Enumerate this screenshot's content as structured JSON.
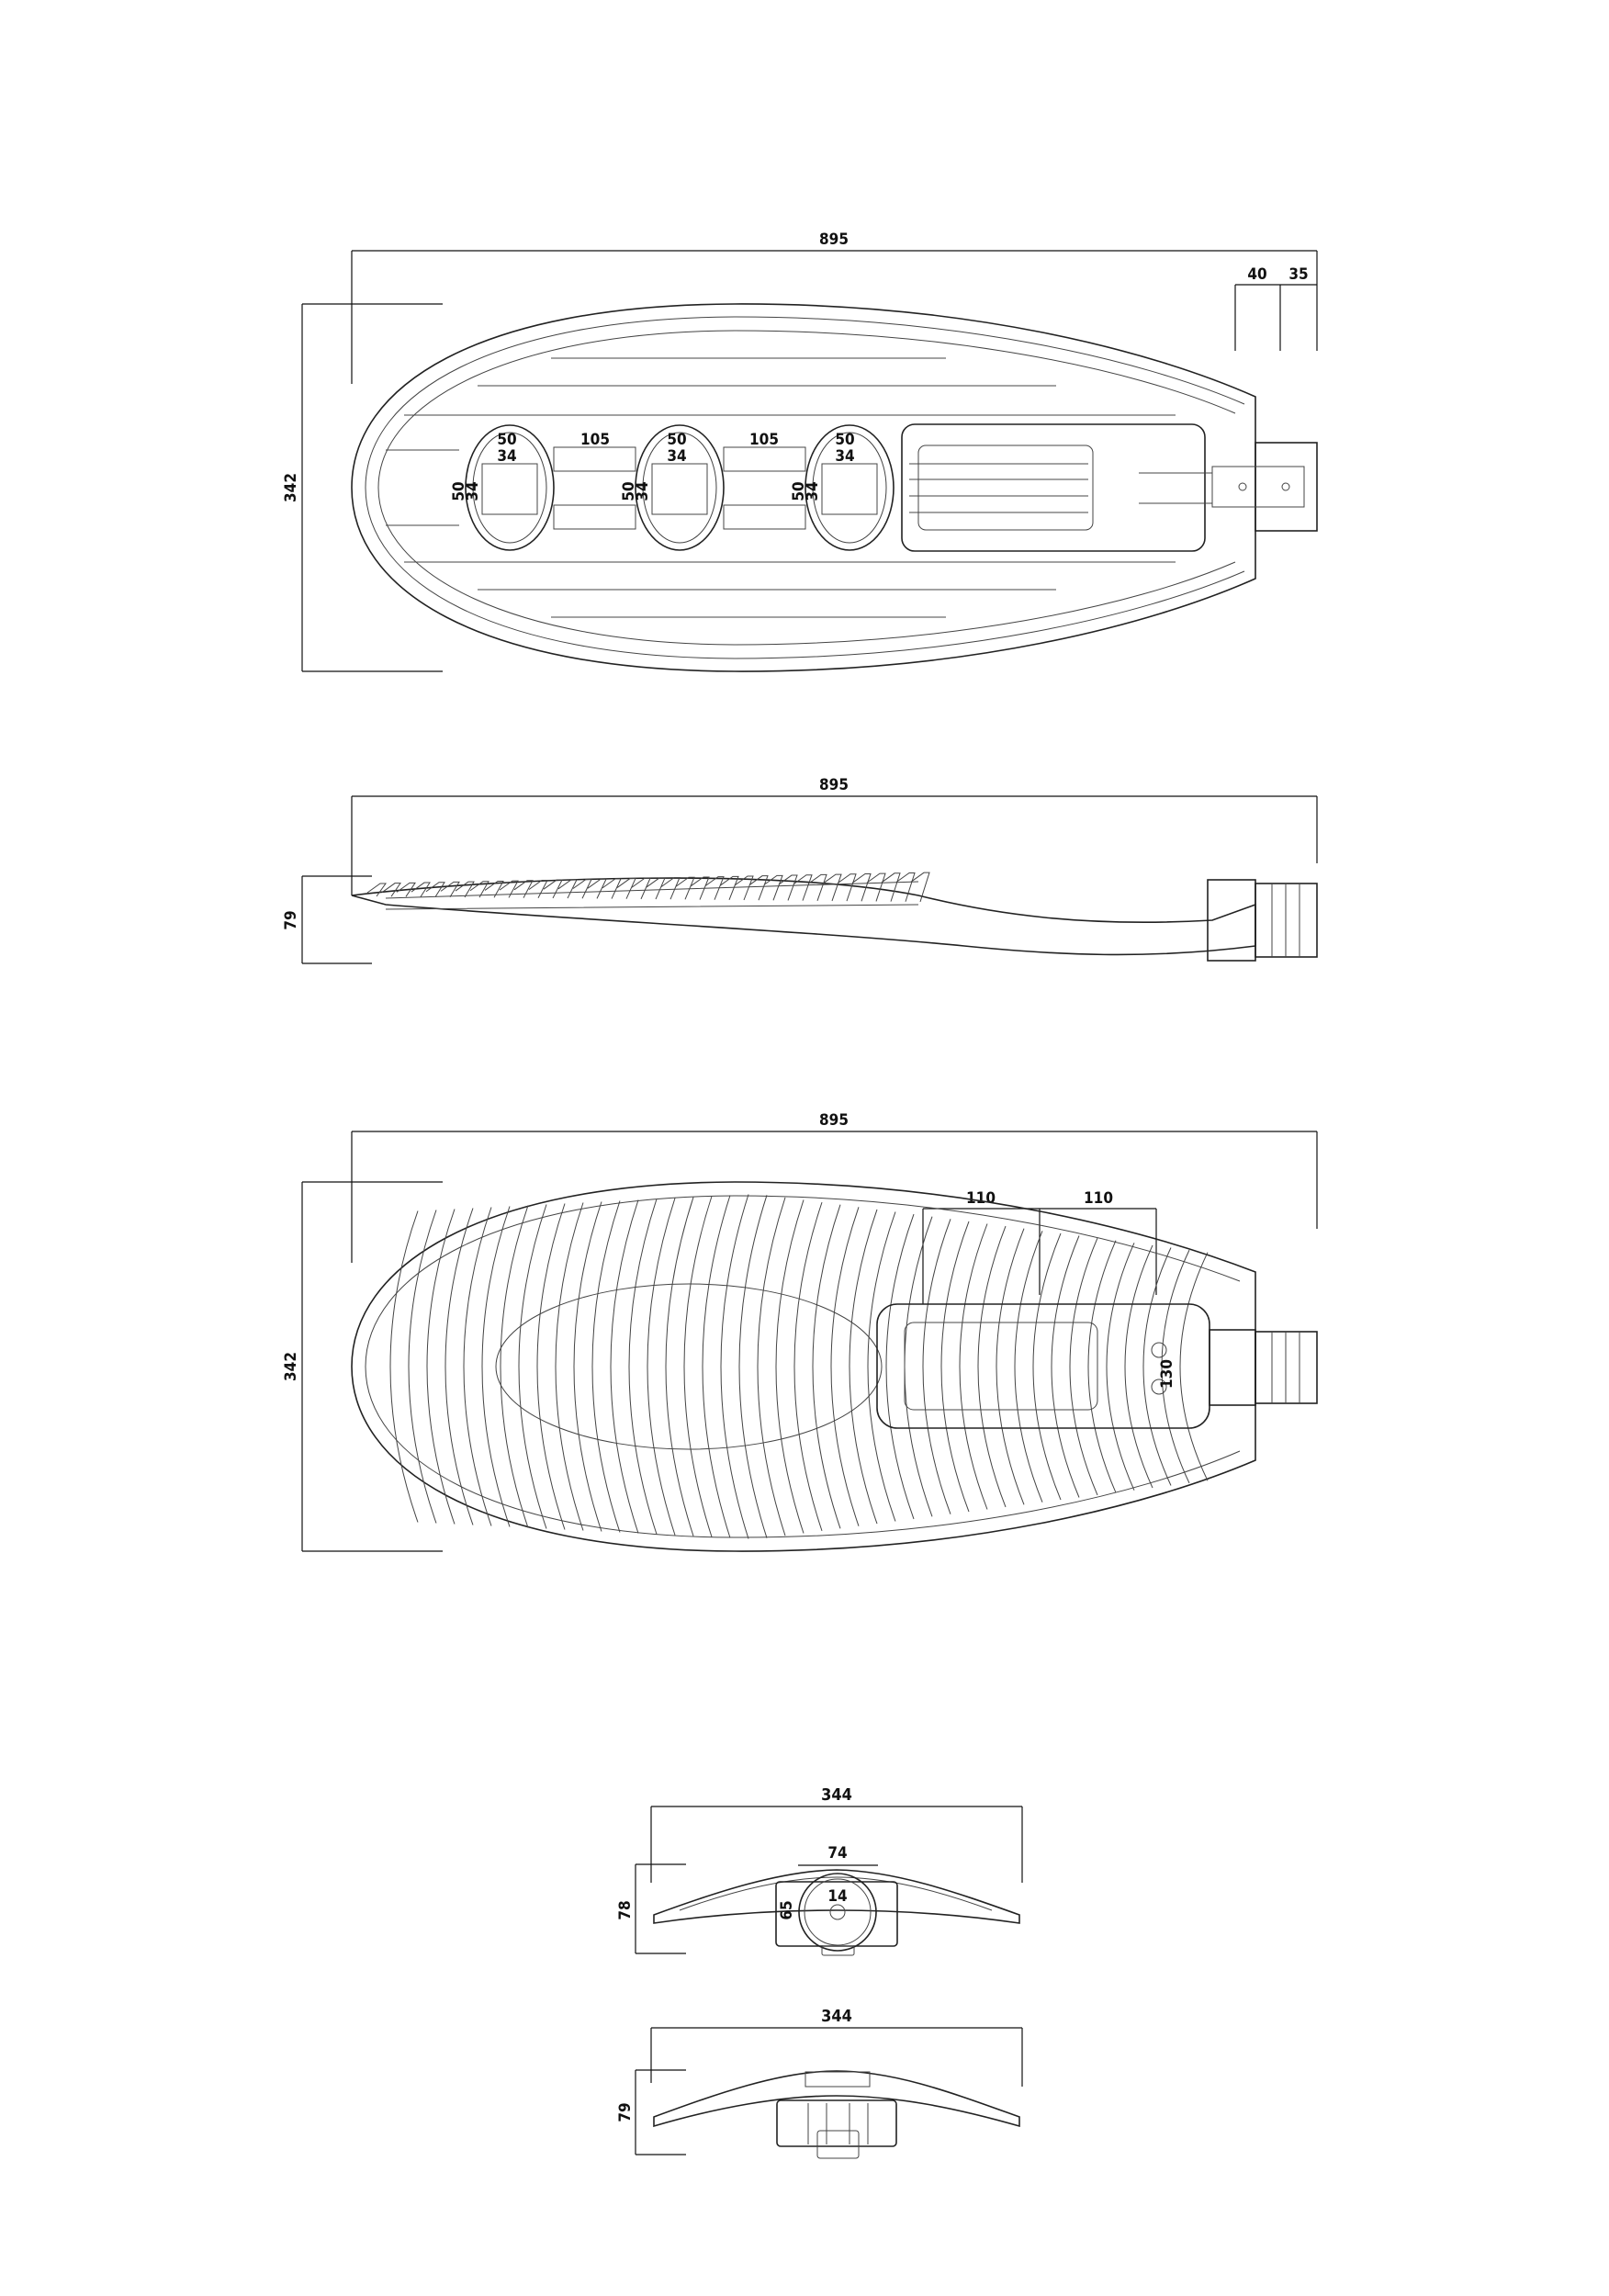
{
  "views": {
    "top": {
      "length": "895",
      "width": "342",
      "mount_a": "40",
      "mount_b": "35",
      "module_w": "50",
      "module_inner": "34",
      "spacing": "105"
    },
    "side": {
      "length": "895",
      "height": "79"
    },
    "bottom": {
      "length": "895",
      "width": "342",
      "spacing_a": "110",
      "spacing_b": "110",
      "hole": "130"
    },
    "front": {
      "width": "344",
      "height": "78",
      "tube": "74",
      "bolt": "14",
      "inner": "65"
    },
    "rear": {
      "width": "344",
      "height": "79"
    }
  },
  "colors": {
    "line": "#222222",
    "background": "#ffffff"
  }
}
